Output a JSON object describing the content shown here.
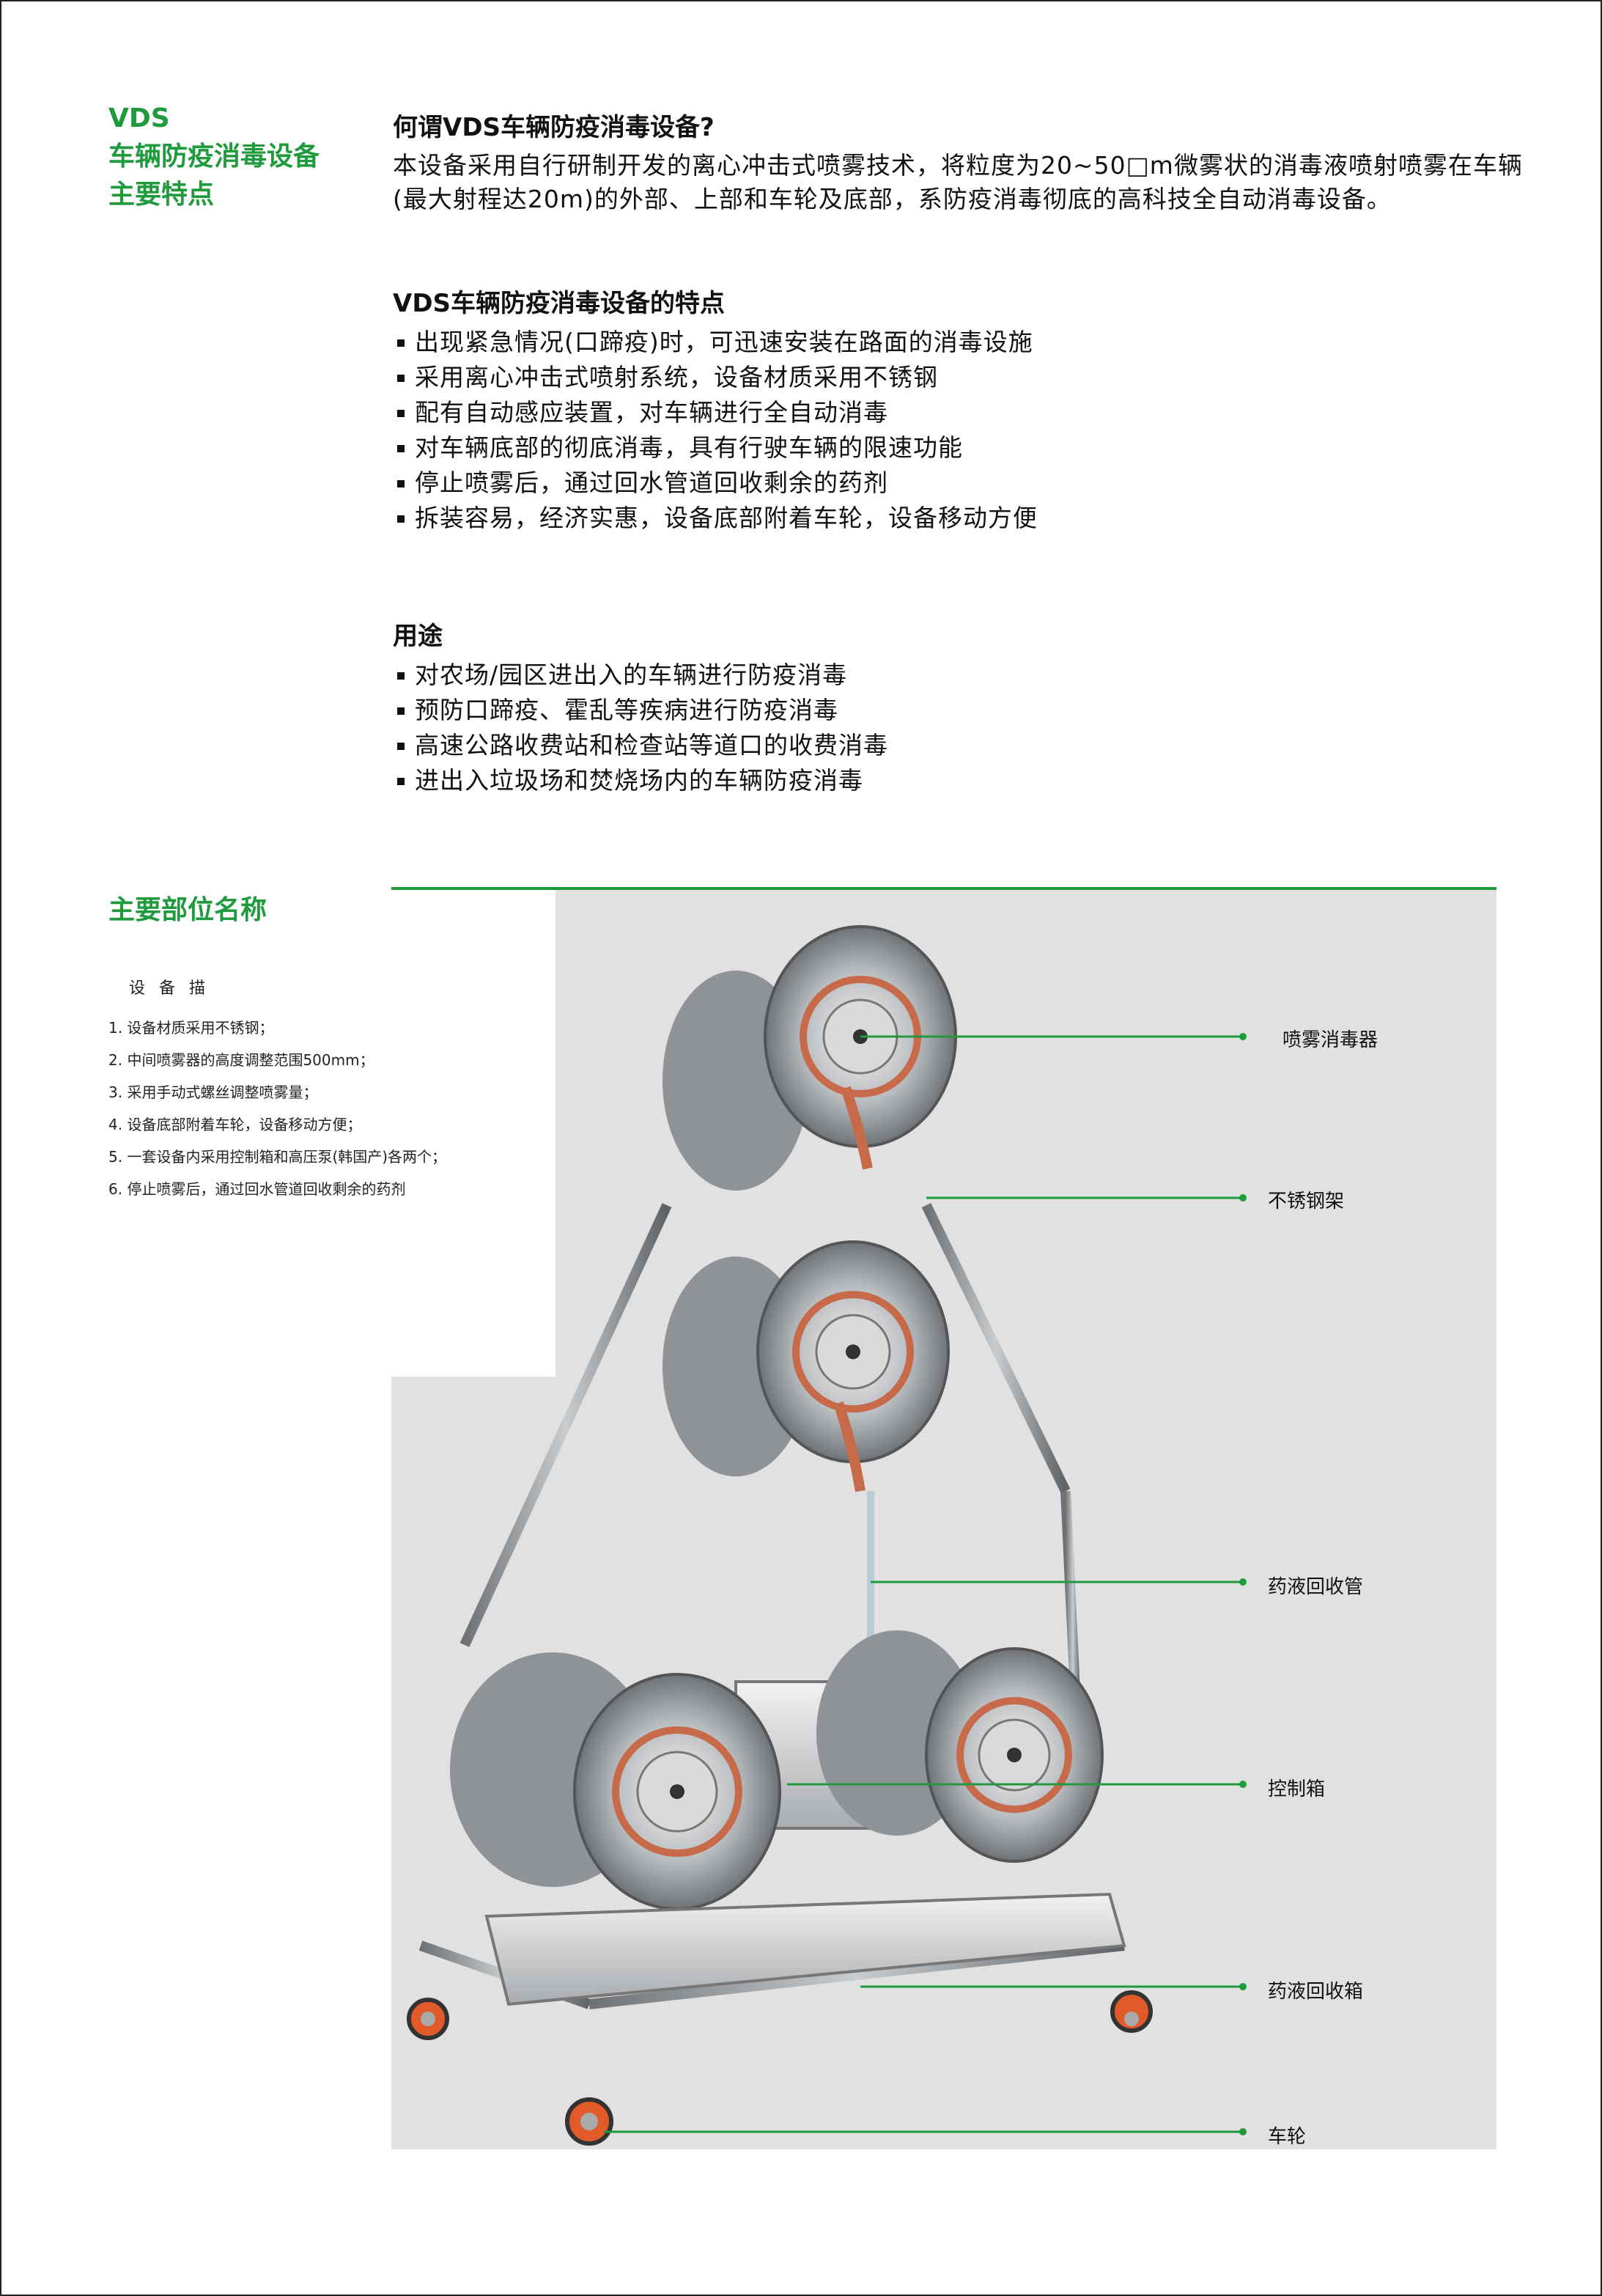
{
  "side": {
    "title_line1": "VDS",
    "title_line2": "车辆防疫消毒设备",
    "title_line3": "主要特点",
    "parts_title": "主要部位名称"
  },
  "intro": {
    "heading": "何谓VDS车辆防疫消毒设备?",
    "text": "本设备采用自行研制开发的离心冲击式喷雾技术，将粒度为20~50□m微雾状的消毒液喷射喷雾在车辆(最大射程达20m)的外部、上部和车轮及底部，系防疫消毒彻底的高科技全自动消毒设备。"
  },
  "features": {
    "heading": "VDS车辆防疫消毒设备的特点",
    "items": [
      "出现紧急情况(口蹄疫)时，可迅速安装在路面的消毒设施",
      "采用离心冲击式喷射系统，设备材质采用不锈钢",
      "配有自动感应装置，对车辆进行全自动消毒",
      "对车辆底部的彻底消毒，具有行驶车辆的限速功能",
      "停止喷雾后，通过回水管道回收剩余的药剂",
      "拆装容易，经济实惠，设备底部附着车轮，设备移动方便"
    ]
  },
  "uses": {
    "heading": "用途",
    "items": [
      "对农场/园区进出入的车辆进行防疫消毒",
      "预防口蹄疫、霍乱等疾病进行防疫消毒",
      "高速公路收费站和检查站等道口的收费消毒",
      "进出入垃圾场和焚烧场内的车辆防疫消毒"
    ]
  },
  "description": {
    "heading": "设 备 描",
    "items": [
      "1.  设备材质采用不锈钢；",
      "2.  中间喷雾器的高度调整范围500mm；",
      "3.  采用手动式螺丝调整喷雾量；",
      "4.  设备底部附着车轮，设备移动方便；",
      "5.  一套设备内采用控制箱和高压泵(韩国产)各两个；",
      "6.  停止喷雾后，通过回水管道回收剩余的药剂"
    ]
  },
  "labels": {
    "sprayer": "喷雾消毒器",
    "frame": "不锈钢架",
    "return_pipe": "药液回收管",
    "control_box": "控制箱",
    "return_tank": "药液回收箱",
    "wheel": "车轮"
  },
  "colors": {
    "accent": "#1f9a3c",
    "photo_bg": "#e1e1e1"
  }
}
